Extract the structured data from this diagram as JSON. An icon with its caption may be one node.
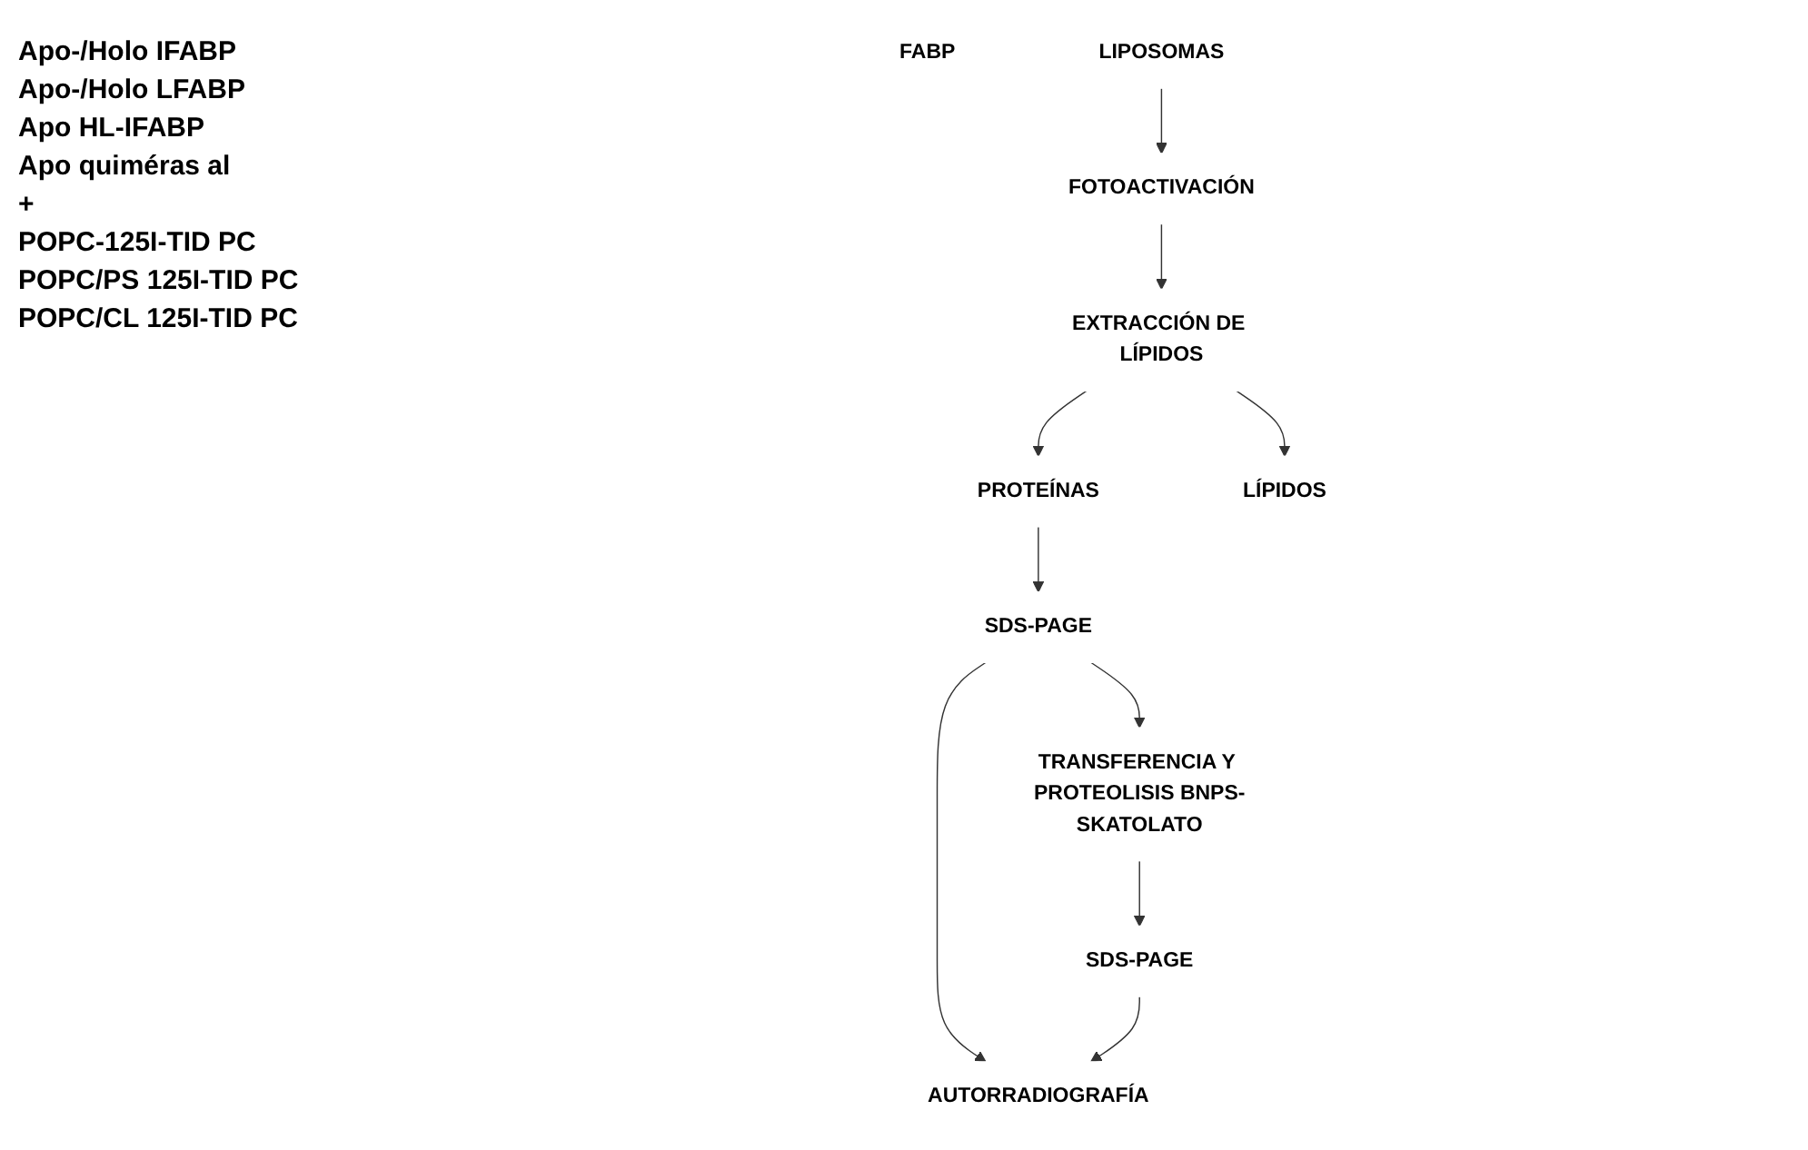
{
  "diagram": {
    "nodes": [
      {
        "text": [
          "FABP"
        ]
      },
      {
        "text": [
          "LIPOSOMAS"
        ]
      },
      {
        "text": [
          "FOTOACTIVACIÓN"
        ]
      },
      {
        "text": [
          "EXTRACCIÓN DE LÍPIDOS"
        ]
      },
      {
        "text": [
          "PROTEÍNAS"
        ]
      },
      {
        "text": [
          "SDS-PAGE"
        ]
      },
      {
        "text": [
          "TRANSFERENCIA Y PROTEOLISIS BNPS-SKATOLATO"
        ]
      },
      {
        "text": [
          "LÍPIDOS"
        ]
      },
      {
        "text": [
          "AUTORRADIOGRAFÍA"
        ]
      },
      {
        "text": [
          "SDS-PAGE"
        ]
      }
    ],
    "edges": [
      {
        "from": 1,
        "to": 2,
        "arrow": "to"
      },
      {
        "from": 2,
        "to": 3,
        "arrow": "to"
      },
      {
        "from": 3,
        "to": 4,
        "arrow": "to"
      },
      {
        "from": 4,
        "to": 5,
        "arrow": "to"
      },
      {
        "from": 5,
        "to": 6,
        "arrow": "to"
      },
      {
        "from": 3,
        "to": 7,
        "arrow": "to"
      },
      {
        "from": 5,
        "to": 8,
        "arrow": "to"
      },
      {
        "from": 6,
        "to": 9,
        "arrow": "to"
      },
      {
        "from": 9,
        "to": 8,
        "arrow": "to"
      }
    ],
    "labels": [
      "Apo-/Holo IFABP",
      "Apo-/Holo LFABP",
      "Apo HL-IFABP",
      "Apo quiméras al",
      "+",
      "POPC-125I-TID PC",
      "POPC/PS 125I-TID PC",
      "POPC/CL 125I-TID PC"
    ]
  }
}
